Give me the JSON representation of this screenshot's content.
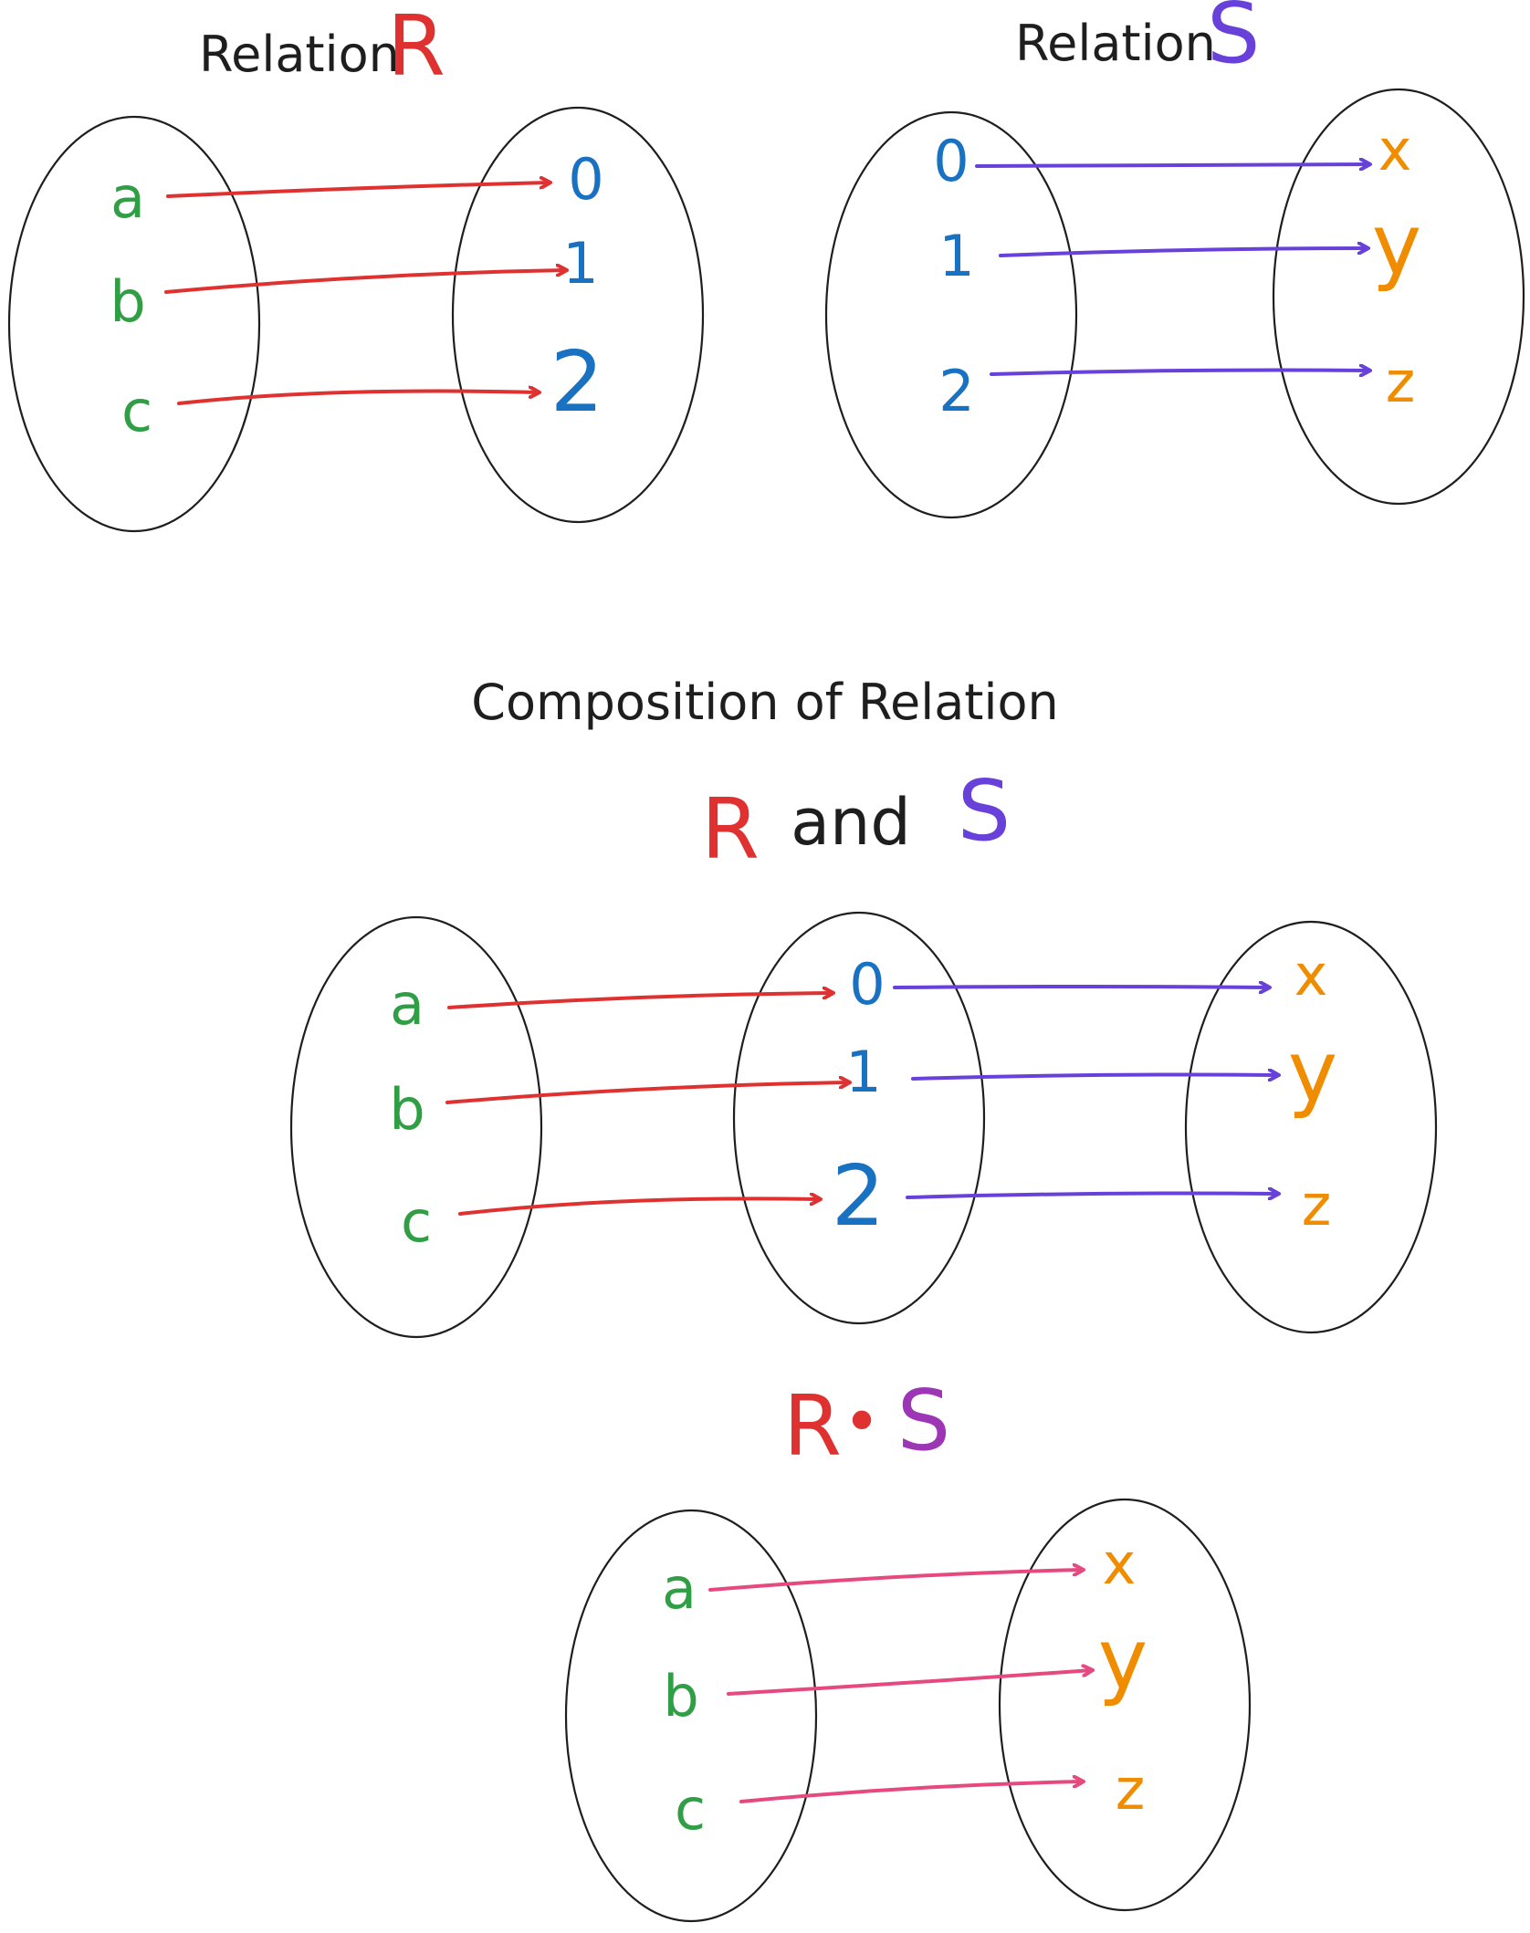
{
  "colors": {
    "ink": "#1e1e1e",
    "relation_r": "#e03131",
    "relation_s": "#6741d9",
    "composite_arrow": "#e64980",
    "composite_symbol_s": "#9c36b5",
    "domain": "#2f9e44",
    "middle": "#1971c2",
    "codomain": "#f08c00"
  },
  "relation_r": {
    "title": "Relation",
    "symbol": "R",
    "domain": [
      "a",
      "b",
      "c"
    ],
    "codomain": [
      "0",
      "1",
      "2"
    ],
    "pairs": [
      [
        "a",
        "0"
      ],
      [
        "b",
        "1"
      ],
      [
        "c",
        "2"
      ]
    ]
  },
  "relation_s": {
    "title": "Relation",
    "symbol": "S",
    "domain": [
      "0",
      "1",
      "2"
    ],
    "codomain": [
      "x",
      "y",
      "z"
    ],
    "pairs": [
      [
        "0",
        "x"
      ],
      [
        "1",
        "y"
      ],
      [
        "2",
        "z"
      ]
    ]
  },
  "composition": {
    "title": "Composition of Relation",
    "subtitle_r": "R",
    "subtitle_and": "and",
    "subtitle_s": "S",
    "left": [
      "a",
      "b",
      "c"
    ],
    "middle": [
      "0",
      "1",
      "2"
    ],
    "right": [
      "x",
      "y",
      "z"
    ]
  },
  "result": {
    "symbol_r": "R",
    "dot": "•",
    "symbol_s": "S",
    "domain": [
      "a",
      "b",
      "c"
    ],
    "codomain": [
      "x",
      "y",
      "z"
    ],
    "pairs": [
      [
        "a",
        "x"
      ],
      [
        "b",
        "y"
      ],
      [
        "c",
        "z"
      ]
    ]
  }
}
